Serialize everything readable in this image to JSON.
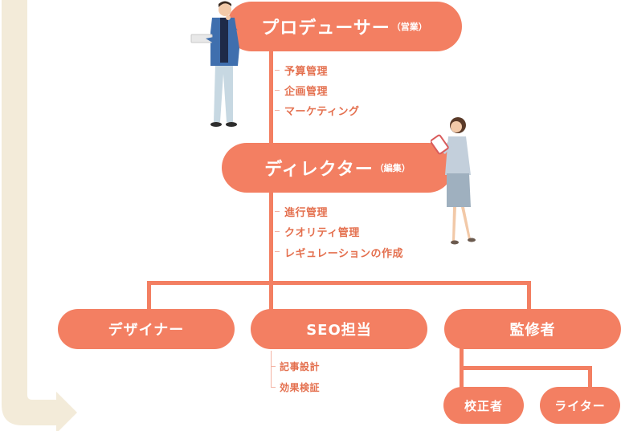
{
  "colors": {
    "accent": "#f37f62",
    "arrow": "#f3ebd9",
    "text": "#e4704f"
  },
  "producer": {
    "title": "プロデューサー",
    "sub": "（営業）",
    "tasks": [
      "予算管理",
      "企画管理",
      "マーケティング"
    ]
  },
  "director": {
    "title": "ディレクター",
    "sub": "（編集）",
    "tasks": [
      "進行管理",
      "クオリティ管理",
      "レギュレーションの作成"
    ]
  },
  "designer": {
    "title": "デザイナー"
  },
  "seo": {
    "title": "SEO担当",
    "tasks": [
      "記事設計",
      "効果検証"
    ]
  },
  "supervisor": {
    "title": "監修者"
  },
  "proofreader": {
    "title": "校正者"
  },
  "writer": {
    "title": "ライター"
  },
  "icons": {
    "man": "man-with-laptop-illustration",
    "woman": "woman-with-tablet-illustration",
    "arrow": "flow-arrow"
  }
}
